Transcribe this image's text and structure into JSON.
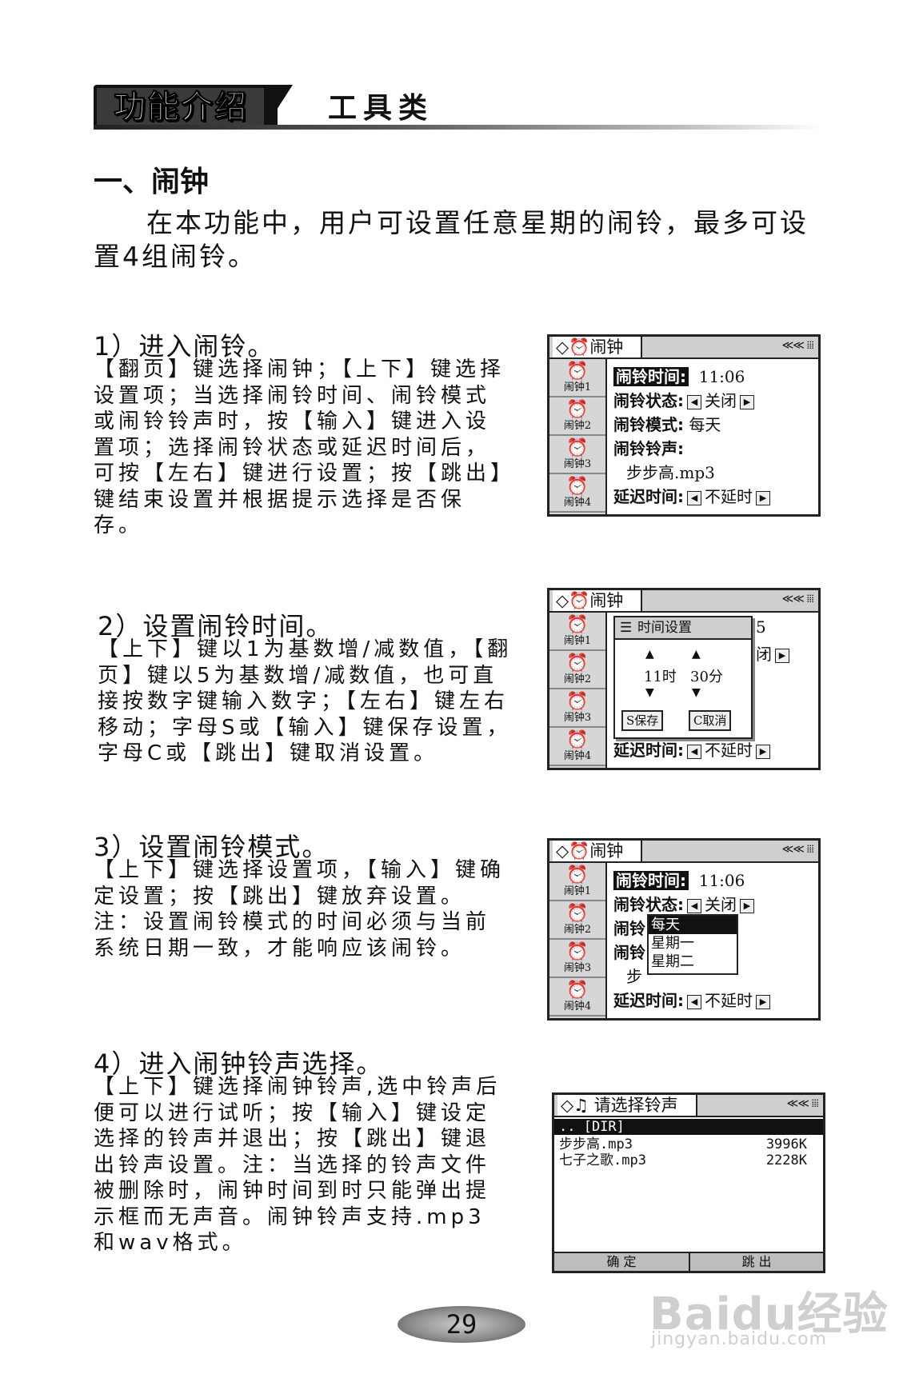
{
  "header": {
    "badge": "功能介绍",
    "category": "工具类"
  },
  "section": {
    "title": "一、闹钟",
    "intro": "在本功能中，用户可设置任意星期的闹铃，最多可设置4组闹铃。"
  },
  "steps": [
    {
      "title": "1）进入闹铃。",
      "body": "【翻页】键选择闹钟；【上下】键选择设置项；当选择闹铃时间、闹铃模式或闹铃铃声时，按【输入】键进入设置项；选择闹铃状态或延迟时间后，可按【左右】键进行设置；按【跳出】键结束设置并根据提示选择是否保存。"
    },
    {
      "title": "2）设置闹铃时间。",
      "body": "【上下】键以1为基数增/减数值，【翻页】键以5为基数增/减数值，也可直接按数字键输入数字；【左右】键左右移动；字母S或【输入】键保存设置，字母C或【跳出】键取消设置。"
    },
    {
      "title": "3）设置闹铃模式。",
      "body": "【上下】键选择设置项，【输入】键确定设置；按【跳出】键放弃设置。注：设置闹铃模式的时间必须与当前系统日期一致，才能响应该闹铃。"
    },
    {
      "title": "4）进入闹钟铃声选择。",
      "body": "【上下】键选择闹钟铃声,选中铃声后便可以进行试听；按【输入】键设定选择的铃声并退出；按【跳出】键退出铃声设置。注：当选择的铃声文件被删除时，闹钟时间到时只能弹出提示框而无声音。闹钟铃声支持.mp3和wav格式。"
    }
  ],
  "screen": {
    "app_title": "闹钟",
    "alarms": [
      "闹钟1",
      "闹钟2",
      "闹钟3",
      "闹钟4"
    ],
    "time_label": "闹铃时间:",
    "time_value": "11:06",
    "status_label": "闹铃状态:",
    "status_value": "关闭",
    "mode_label": "闹铃模式:",
    "mode_value": "每天",
    "ring_label": "闹铃铃声:",
    "ring_value": "步步高.mp3",
    "delay_label": "延迟时间:",
    "delay_value": "不延时"
  },
  "time_dialog": {
    "title": "时间设置",
    "hour": "11时",
    "minute": "30分",
    "save": "S保存",
    "cancel": "C取消",
    "peek_right": "5",
    "peek_status": "闭"
  },
  "mode_screen": {
    "partial_mode_label": "闹铃",
    "partial_ring_label": "闹铃",
    "partial_ring_value": "步",
    "options": [
      "每天",
      "星期一",
      "星期二"
    ]
  },
  "ringtone_screen": {
    "title": "请选择铃声",
    "files": [
      {
        "name": "..  [DIR]",
        "size": ""
      },
      {
        "name": "步步高.mp3",
        "size": "3996K"
      },
      {
        "name": "七子之歌.mp3",
        "size": "2228K"
      }
    ],
    "ok": "确    定",
    "exit": "跳    出"
  },
  "page_number": "29",
  "watermark": {
    "brand": "Baidu经验",
    "url": "jingyan.baidu.com"
  }
}
